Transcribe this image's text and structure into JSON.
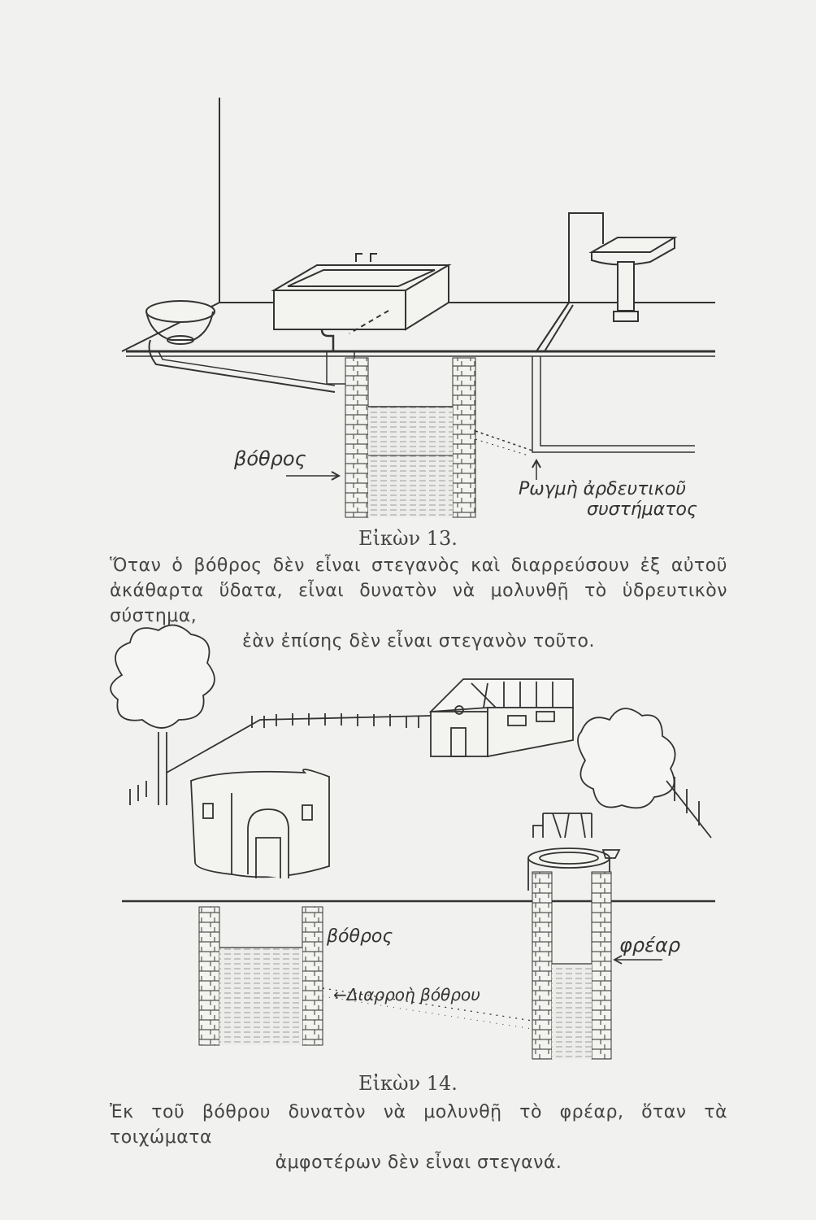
{
  "figure13": {
    "label_vothros": "βόθρος",
    "label_rogmi_line1": "Ρωγμὴ ἀρδευτικοῦ",
    "label_rogmi_line2": "συστήματος",
    "title": "Εἰκὼν 13.",
    "caption_main": "Ὅταν ὁ βόθρος δὲν εἶναι στεγανὸς καὶ διαρρεύσουν ἐξ αὐτοῦ ἀκάθαρτα ὕδατα, εἶναι δυνατὸν νὰ μολυνθῇ τὸ ὑδρευτικὸν σύστημα,",
    "caption_last": "ἐὰν ἐπίσης δὲν εἶναι στεγανὸν τοῦτο."
  },
  "figure14": {
    "label_vothros": "βόθρος",
    "label_frear": "φρέαρ",
    "label_diarroi": "←Διαρροὴ βόθρου",
    "title": "Εἰκὼν 14.",
    "caption_main": "Ἐκ τοῦ βόθρου δυνατὸν νὰ μολυνθῇ τὸ φρέαρ, ὅταν τὰ τοιχώματα",
    "caption_last": "ἀμφοτέρων δὲν εἶναι στεγανά."
  }
}
